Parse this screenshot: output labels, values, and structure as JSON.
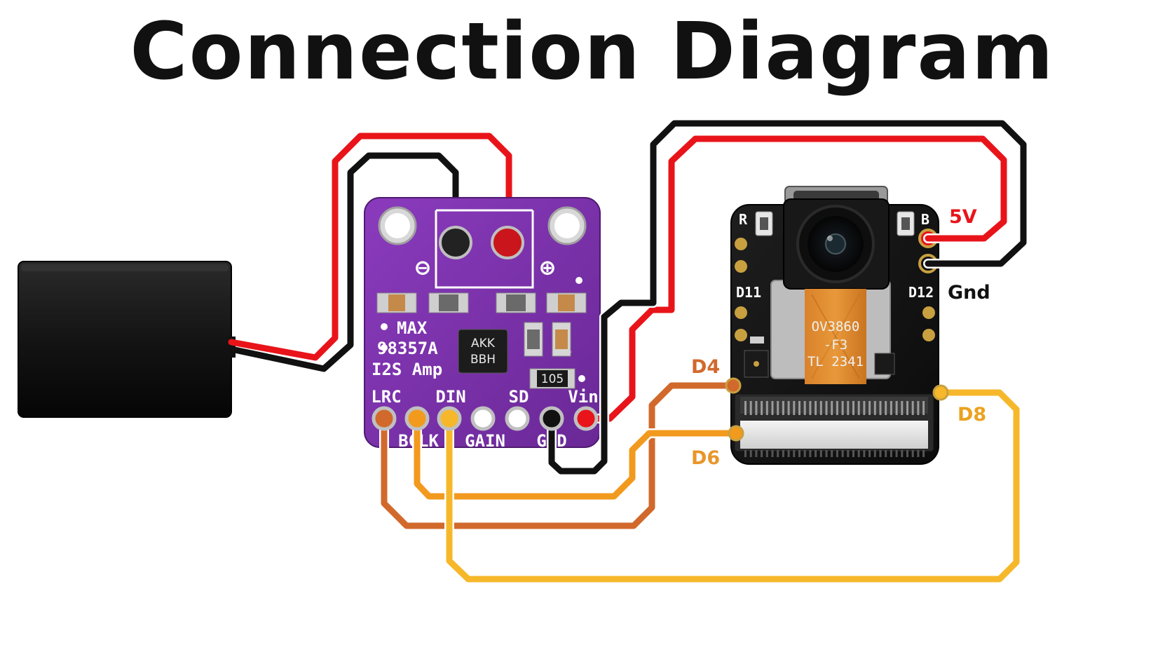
{
  "title": "Connection Diagram",
  "amp": {
    "silk_line1": "MAX",
    "silk_line2": "98357A",
    "silk_line3": "I2S Amp",
    "chip_line1": "AKK",
    "chip_line2": "BBH",
    "resistor_code": "105",
    "minus": "⊖",
    "plus": "⊕",
    "pins_top": [
      "LRC",
      "DIN",
      "SD",
      "Vin"
    ],
    "pins_bottom": [
      "BCLK",
      "GAIN",
      "GND"
    ]
  },
  "camera": {
    "btn_left": "R",
    "btn_right": "B",
    "pin_left": "D11",
    "pin_right": "D12",
    "sensor_line1": "OV3860",
    "sensor_line2": "-F3",
    "sensor_line3": "TL 2341"
  },
  "labels": {
    "v5": "5V",
    "gnd": "Gnd",
    "d4": "D4",
    "d6": "D6",
    "d8": "D8"
  },
  "colors": {
    "red_wire": "#e8141a",
    "black_wire": "#111111",
    "d4_wire": "#d2692c",
    "d6_wire": "#f29a1e",
    "d8_wire": "#f6b82a",
    "amp_board": "#7a2fa8",
    "label_5v": "#e8141a",
    "label_gnd": "#111111",
    "label_d4": "#d2692c",
    "label_d6": "#e8962a",
    "label_d8": "#eba21f"
  }
}
